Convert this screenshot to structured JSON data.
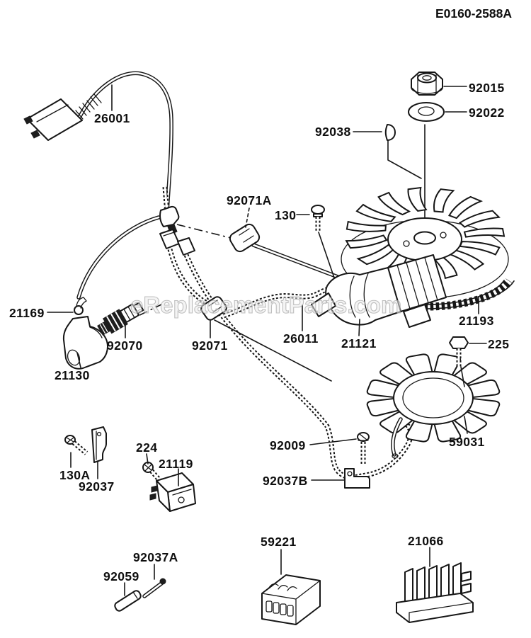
{
  "drawing": {
    "code": "E0160-2588A",
    "watermark": "eReplacementParts.com",
    "line_color": "#161616",
    "watermark_color": "#cccccc"
  },
  "labels": [
    {
      "text": "26001"
    },
    {
      "text": "92015"
    },
    {
      "text": "92022"
    },
    {
      "text": "92038"
    },
    {
      "text": "92071A"
    },
    {
      "text": "130"
    },
    {
      "text": "21169"
    },
    {
      "text": "92070"
    },
    {
      "text": "21130"
    },
    {
      "text": "92071"
    },
    {
      "text": "26011"
    },
    {
      "text": "21121"
    },
    {
      "text": "21193"
    },
    {
      "text": "225"
    },
    {
      "text": "59031"
    },
    {
      "text": "92009"
    },
    {
      "text": "92037B"
    },
    {
      "text": "130A"
    },
    {
      "text": "92037"
    },
    {
      "text": "224"
    },
    {
      "text": "21119"
    },
    {
      "text": "92037A"
    },
    {
      "text": "92059"
    },
    {
      "text": "59221"
    },
    {
      "text": "21066"
    }
  ]
}
